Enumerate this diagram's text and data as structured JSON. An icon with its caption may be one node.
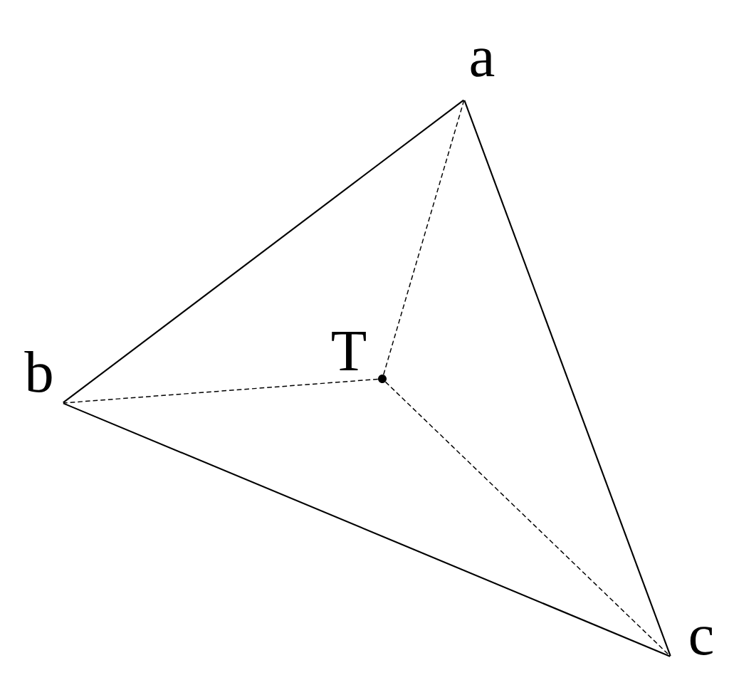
{
  "diagram": {
    "nodes": [
      {
        "text": [],
        "shape": "point",
        "beside": [
          "a"
        ]
      },
      {
        "text": [],
        "shape": "point",
        "beside": [
          "b"
        ]
      },
      {
        "text": [],
        "shape": "point",
        "beside": [
          "c"
        ]
      },
      {
        "text": [],
        "shape": "dot",
        "beside": [
          "T"
        ]
      }
    ],
    "edges": [
      {
        "from": 0,
        "to": 1,
        "arrow": "none"
      },
      {
        "from": 1,
        "to": 2,
        "arrow": "none"
      },
      {
        "from": 2,
        "to": 0,
        "arrow": "none"
      },
      {
        "from": 3,
        "to": 0,
        "arrow": "none",
        "style": "dashed"
      },
      {
        "from": 3,
        "to": 1,
        "arrow": "none",
        "style": "dashed"
      },
      {
        "from": 3,
        "to": 2,
        "arrow": "none",
        "style": "dashed"
      }
    ]
  }
}
